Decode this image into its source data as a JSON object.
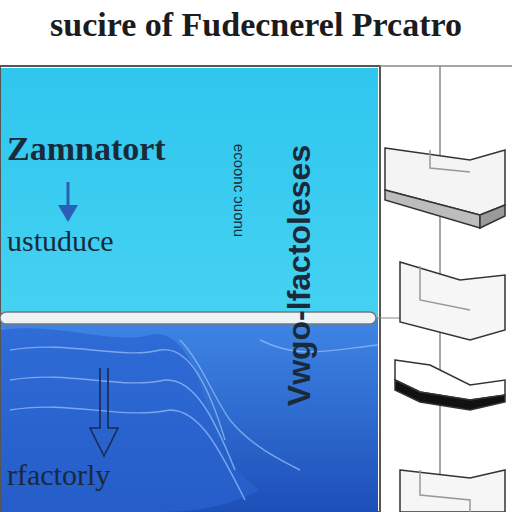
{
  "diagram": {
    "title": "sucire of Fudecnerel Prcatro",
    "nodes": [
      {
        "text": [
          "Zamnatort",
          "ustuduce"
        ]
      },
      {
        "text": [
          "rfactorly"
        ]
      }
    ],
    "labels": [
      "ecoonc ɔuonu",
      "Vwgo-lfactoleses"
    ]
  }
}
